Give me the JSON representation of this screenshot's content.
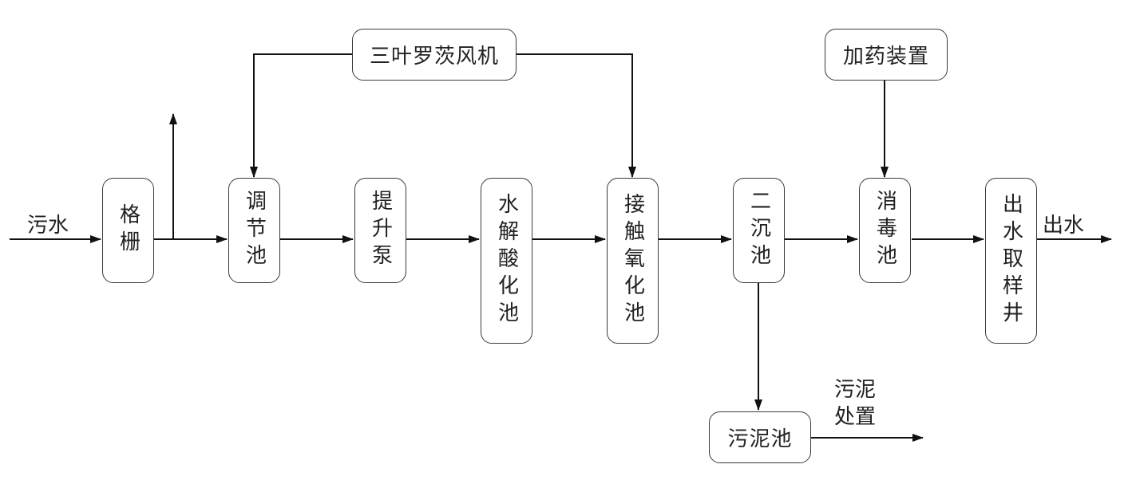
{
  "inlet_label": "污水",
  "outlet_label": "出水",
  "sludge_disposal": {
    "line1": "污泥",
    "line2": "处置"
  },
  "nodes": {
    "grille": "格栅",
    "regulating_tank": "调节池",
    "lift_pump": "提升泵",
    "hydrolysis_tank": "水解酸化池",
    "contact_oxidation_tank": "接触氧化池",
    "secondary_clarifier": "二沉池",
    "disinfection_tank": "消毒池",
    "outlet_sampling_well": "出水取样井",
    "roots_blower": "三叶罗茨风机",
    "dosing_device": "加药装置",
    "sludge_tank": "污泥池"
  }
}
